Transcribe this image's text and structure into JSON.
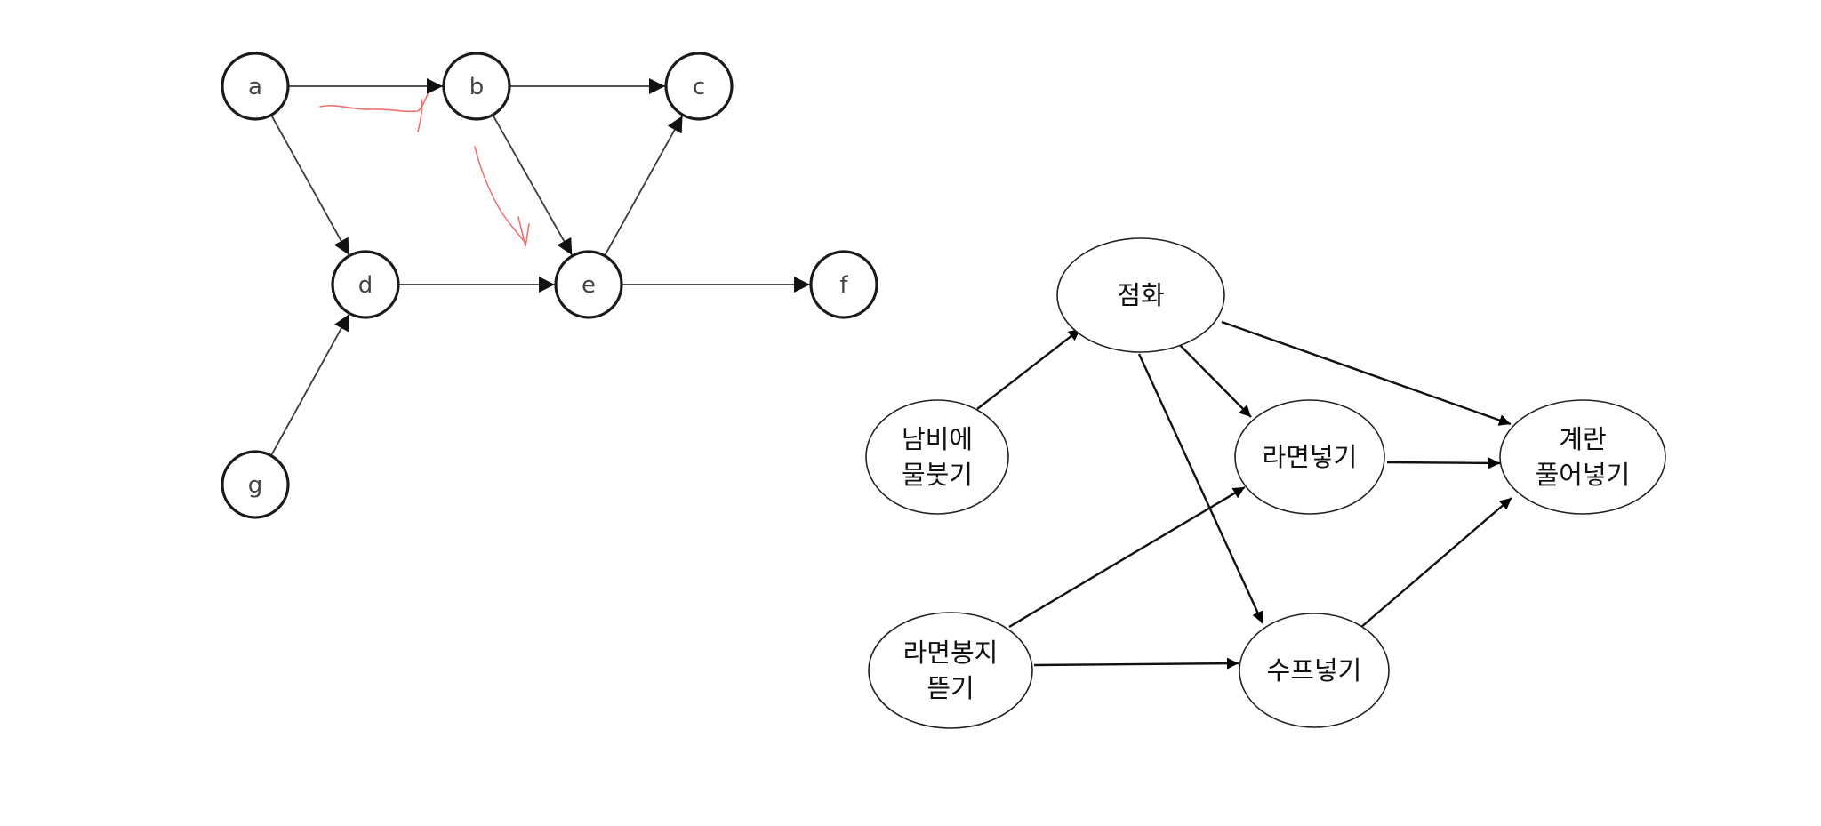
{
  "graph_left": {
    "nodes": [
      {
        "id": "a",
        "label": "a"
      },
      {
        "id": "b",
        "label": "b"
      },
      {
        "id": "c",
        "label": "c"
      },
      {
        "id": "d",
        "label": "d"
      },
      {
        "id": "e",
        "label": "e"
      },
      {
        "id": "f",
        "label": "f"
      },
      {
        "id": "g",
        "label": "g"
      }
    ],
    "edges": [
      {
        "from": "a",
        "to": "b"
      },
      {
        "from": "b",
        "to": "c"
      },
      {
        "from": "a",
        "to": "d"
      },
      {
        "from": "b",
        "to": "e"
      },
      {
        "from": "e",
        "to": "c"
      },
      {
        "from": "d",
        "to": "e"
      },
      {
        "from": "e",
        "to": "f"
      },
      {
        "from": "g",
        "to": "d"
      }
    ],
    "annotation_color": "#f07070"
  },
  "graph_right": {
    "nodes": [
      {
        "id": "ignite",
        "lines": [
          "점화"
        ]
      },
      {
        "id": "water",
        "lines": [
          "남비에",
          "물붓기"
        ]
      },
      {
        "id": "noodle",
        "lines": [
          "라면넣기"
        ]
      },
      {
        "id": "egg",
        "lines": [
          "계란",
          "풀어넣기"
        ]
      },
      {
        "id": "open",
        "lines": [
          "라면봉지",
          "뜯기"
        ]
      },
      {
        "id": "soup",
        "lines": [
          "수프넣기"
        ]
      }
    ],
    "edges": [
      {
        "from": "water",
        "to": "ignite"
      },
      {
        "from": "ignite",
        "to": "noodle"
      },
      {
        "from": "ignite",
        "to": "egg"
      },
      {
        "from": "ignite",
        "to": "soup"
      },
      {
        "from": "noodle",
        "to": "egg"
      },
      {
        "from": "open",
        "to": "noodle"
      },
      {
        "from": "open",
        "to": "soup"
      },
      {
        "from": "soup",
        "to": "egg"
      }
    ]
  }
}
